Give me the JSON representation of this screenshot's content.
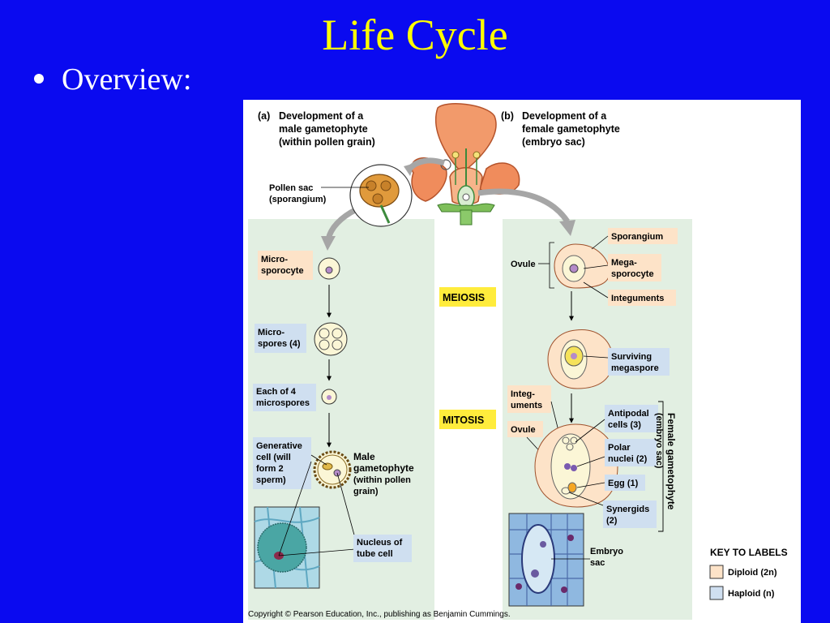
{
  "slide": {
    "title": "Life Cycle",
    "bullet": "Overview:"
  },
  "figure": {
    "part_a": {
      "letter": "(a)",
      "line1": "Development of a",
      "line2": "male gametophyte",
      "line3": "(within pollen grain)"
    },
    "part_b": {
      "letter": "(b)",
      "line1": "Development of a",
      "line2": "female gametophyte",
      "line3": "(embryo sac)"
    },
    "pollen_sac": {
      "line1": "Pollen sac",
      "line2": "(sporangium)"
    },
    "microsporocyte": {
      "line1": "Micro-",
      "line2": "sporocyte"
    },
    "microspores": {
      "line1": "Micro-",
      "line2": "spores (4)"
    },
    "each_microspore": {
      "line1": "Each of 4",
      "line2": "microspores"
    },
    "generative": {
      "line1": "Generative",
      "line2": "cell (will",
      "line3": "form 2",
      "line4": "sperm)"
    },
    "male_gametophyte": {
      "line1": "Male",
      "line2": "gametophyte",
      "line3": "(within pollen",
      "line4": "grain)"
    },
    "tube_nucleus": {
      "line1": "Nucleus of",
      "line2": "tube cell"
    },
    "meiosis": "MEIOSIS",
    "mitosis": "MITOSIS",
    "ovule": "Ovule",
    "sporangium": "Sporangium",
    "megasporocyte": {
      "line1": "Mega-",
      "line2": "sporocyte"
    },
    "integuments": "Integuments",
    "surviving": {
      "line1": "Surviving",
      "line2": "megaspore"
    },
    "integ_uments": {
      "line1": "Integ-",
      "line2": "uments"
    },
    "ovule2": "Ovule",
    "antipodal": {
      "line1": "Antipodal",
      "line2": "cells (3)"
    },
    "polar": {
      "line1": "Polar",
      "line2": "nuclei (2)"
    },
    "egg": "Egg (1)",
    "synergids": {
      "line1": "Synergids",
      "line2": "(2)"
    },
    "embryo_sac": {
      "line1": "Embryo",
      "line2": "sac"
    },
    "female_vertical": {
      "line1": "Female gametophyte",
      "line2": "(embryo sac)"
    },
    "key": {
      "title": "KEY TO LABELS",
      "diploid": "Diploid (2n)",
      "haploid": "Haploid (n)"
    },
    "copyright": "Copyright © Pearson Education, Inc., publishing as Benjamin Cummings.",
    "colors": {
      "background": "#0a0af0",
      "title": "#ffff00",
      "diploid": "#fde3c8",
      "haploid": "#cfdff0",
      "panel_green": "#e2efe2"
    }
  }
}
